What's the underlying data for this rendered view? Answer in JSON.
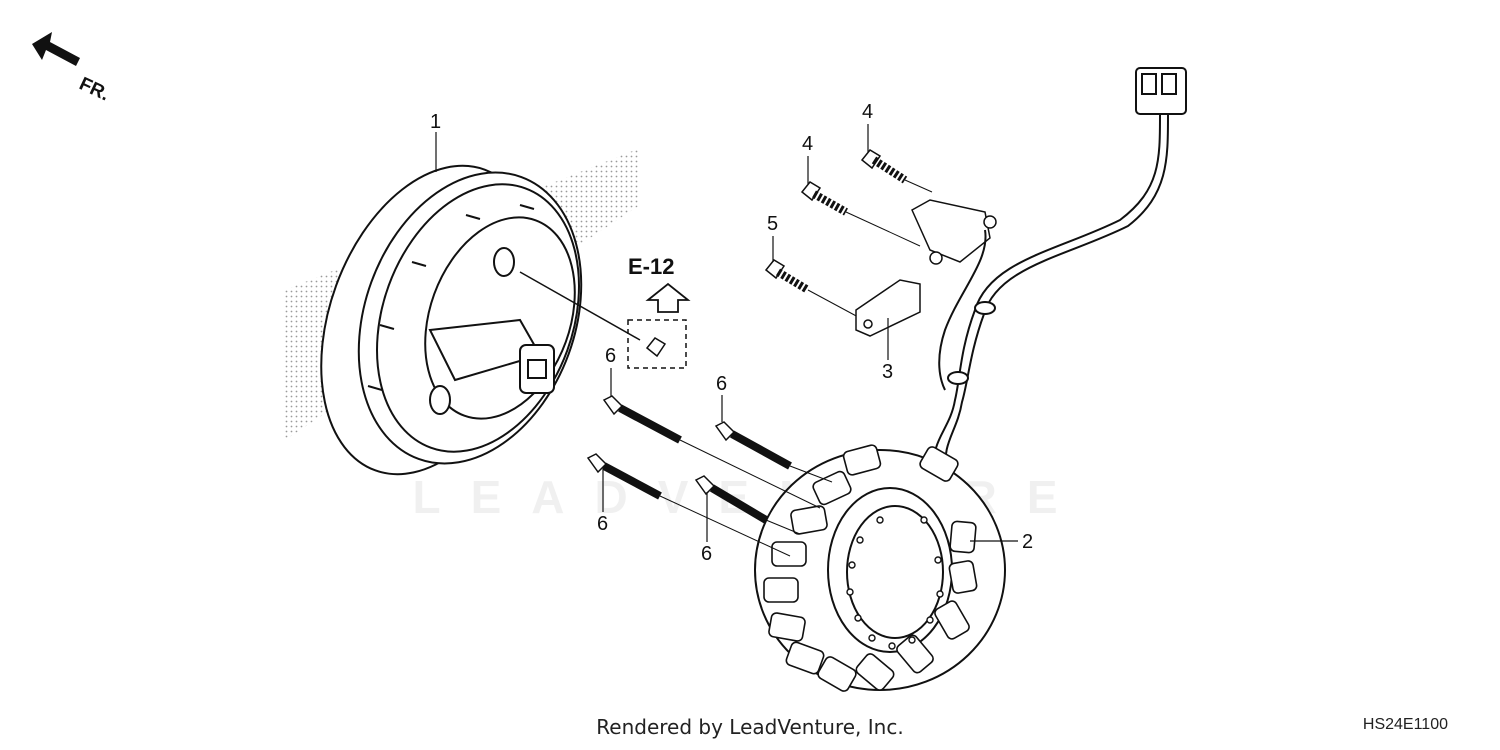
{
  "direction": {
    "label": "FR."
  },
  "reference": {
    "label": "E-12"
  },
  "callouts": {
    "flywheel": "1",
    "stator": "2",
    "plate": "3",
    "bolt_4a": "4",
    "bolt_4b": "4",
    "bolt_5": "5",
    "bolt_6a": "6",
    "bolt_6b": "6",
    "bolt_6c": "6",
    "bolt_6d": "6"
  },
  "footer": {
    "text": "Rendered by LeadVenture, Inc."
  },
  "diagram_code": "HS24E1100",
  "watermark": "LEADVENTURE"
}
